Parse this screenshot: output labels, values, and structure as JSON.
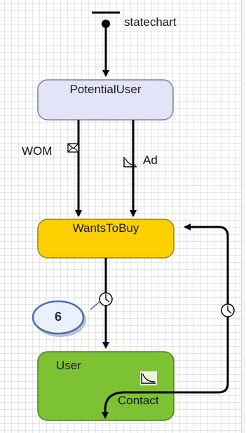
{
  "statechart": {
    "entry_label": "statechart",
    "states": {
      "potential_user": {
        "label": "PotentialUser",
        "fill": "#e4e4f8",
        "stroke": "#7f7f98"
      },
      "wants_to_buy": {
        "label": "WantsToBuy",
        "fill": "#ffd000",
        "stroke": "#9c8300"
      },
      "user": {
        "label": "User",
        "fill": "#7cc233",
        "stroke": "#4d7f1e"
      }
    },
    "transitions": {
      "wom": {
        "label": "WOM",
        "trigger_icon": "envelope-icon"
      },
      "ad": {
        "label": "Ad",
        "trigger_icon": "rate-icon"
      },
      "timeout": {
        "trigger_icon": "clock-icon"
      },
      "contact": {
        "label": "Contact",
        "trigger_icon": "rate-icon"
      },
      "return": {
        "trigger_icon": "clock-icon"
      }
    },
    "callout": {
      "number": "6",
      "fill": "#eaf1fb",
      "stroke": "#4a6fa8"
    }
  }
}
